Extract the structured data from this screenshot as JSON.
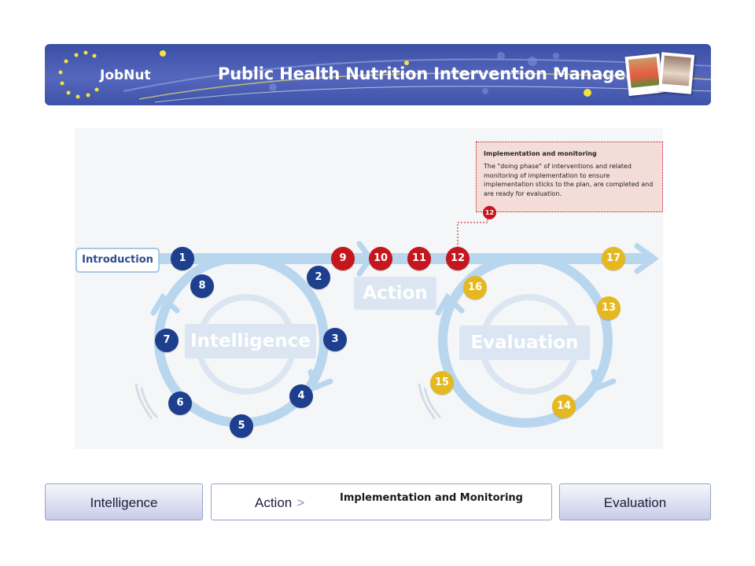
{
  "header": {
    "logo_text": "JobNut",
    "title": "Public Health Nutrition Intervention Management",
    "colors": {
      "banner": "#3a4fa6",
      "star": "#f5e23a"
    }
  },
  "diagram": {
    "introduction_label": "Introduction",
    "phases": {
      "intelligence": "Intelligence",
      "action": "Action",
      "evaluation": "Evaluation"
    },
    "steps": {
      "s1": "1",
      "s2": "2",
      "s3": "3",
      "s4": "4",
      "s5": "5",
      "s6": "6",
      "s7": "7",
      "s8": "8",
      "s9": "9",
      "s10": "10",
      "s11": "11",
      "s12": "12",
      "s13": "13",
      "s14": "14",
      "s15": "15",
      "s16": "16",
      "s17": "17"
    },
    "tooltip": {
      "title": "Implementation and monitoring",
      "text": "The \"doing phase\" of interventions and related monitoring of implementation to ensure implementation sticks to the plan, are completed and are ready for evaluation.",
      "badge": "12"
    },
    "colors": {
      "intelligence": "#1e3f8e",
      "action": "#c4161c",
      "evaluation": "#e6b820",
      "flow": "#b9d6ef"
    }
  },
  "nav": {
    "intelligence_tab": "Intelligence",
    "action_tab": "Action",
    "action_chevron": ">",
    "current_step": "Implementation and Monitoring",
    "evaluation_tab": "Evaluation"
  }
}
